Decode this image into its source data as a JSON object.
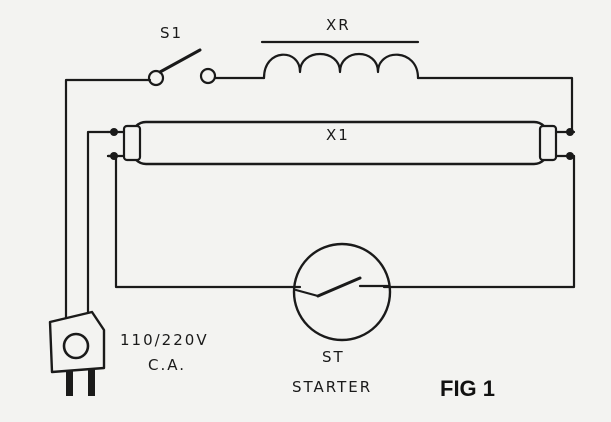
{
  "labels": {
    "switch": "S1",
    "ballast": "XR",
    "lamp": "X1",
    "voltage": "110/220V",
    "current_type": "C.A.",
    "starter_id": "ST",
    "starter_name": "STARTER",
    "figure": "FIG 1"
  },
  "colors": {
    "ink": "#1a1a1a",
    "paper": "#f3f3f1",
    "tube_fill": "#f3f3f1"
  },
  "icons": [
    "wall-plug-icon",
    "switch-icon",
    "ballast-coil-icon",
    "fluorescent-tube-icon",
    "starter-icon"
  ]
}
